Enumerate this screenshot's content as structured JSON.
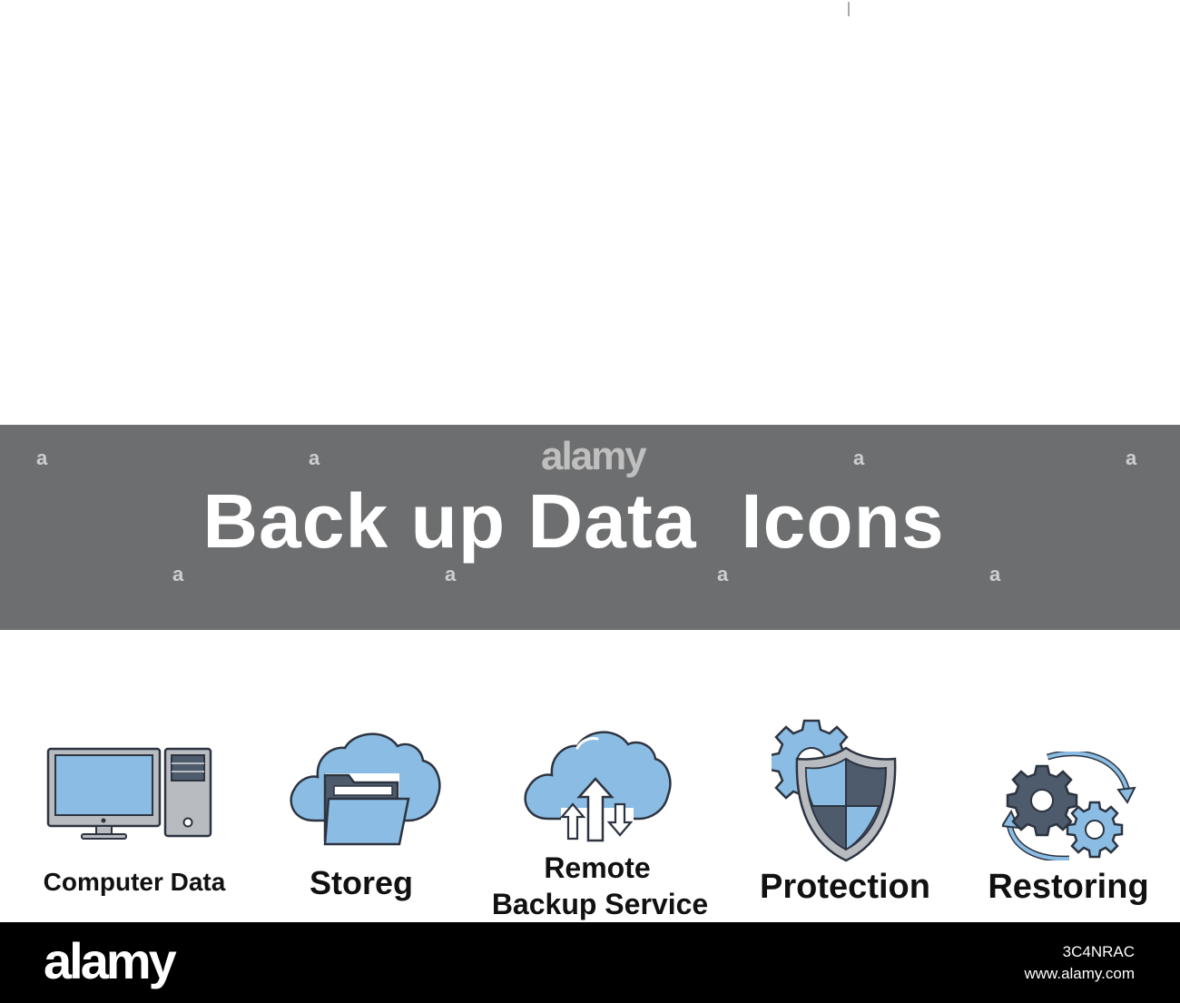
{
  "banner": {
    "title": "Back up Data  Icons",
    "background_color": "#6d6e70"
  },
  "watermark": {
    "center_text": "alamy",
    "small_mark": "a"
  },
  "icons": [
    {
      "icon": "computer-icon",
      "caption": "Computer Data"
    },
    {
      "icon": "cloud-folder-icon",
      "caption": "Storeg"
    },
    {
      "icon": "cloud-upload-download-icon",
      "caption_line1": "Remote",
      "caption_line2": "Backup Service"
    },
    {
      "icon": "shield-gear-icon",
      "caption": "Protection"
    },
    {
      "icon": "gears-restore-icon",
      "caption": "Restoring"
    }
  ],
  "colors": {
    "icon_light_blue": "#8bbde4",
    "icon_dark_slate": "#4d5b6d",
    "icon_gray": "#b8bcc1",
    "outline": "#2d3440"
  },
  "footer": {
    "logo": "alamy",
    "image_id": "3C4NRAC",
    "url": "www.alamy.com"
  }
}
